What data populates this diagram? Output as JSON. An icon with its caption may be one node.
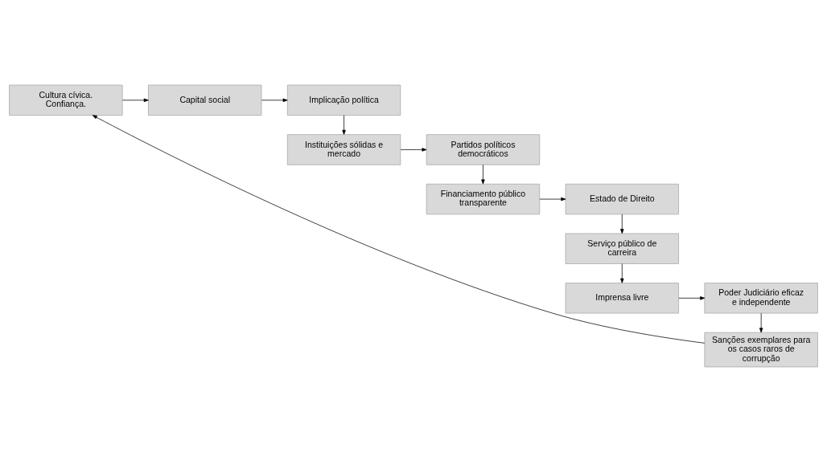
{
  "diagram": {
    "nodes": [
      {
        "text": [
          "Cultura cívica. Confiança."
        ]
      },
      {
        "text": [
          "Capital social"
        ]
      },
      {
        "text": [
          "Implicação política"
        ]
      },
      {
        "text": [
          "Partidos políticos democráticos"
        ]
      },
      {
        "text": [
          "Instituições sólidas e mercado"
        ]
      },
      {
        "text": [
          "Sanções exemplares para os casos raros de corrupção"
        ]
      },
      {
        "text": [
          "Financiamento público transparente"
        ]
      },
      {
        "text": [
          "Estado de Direito"
        ]
      },
      {
        "text": [
          "Poder Judiciário eficaz e independente"
        ]
      },
      {
        "text": [
          "Serviço público de carreira"
        ]
      },
      {
        "text": [
          "Imprensa livre"
        ]
      }
    ],
    "edges": [
      {
        "from": 0,
        "to": 1,
        "arrow": "to"
      },
      {
        "from": 1,
        "to": 2,
        "arrow": "to"
      },
      {
        "from": 2,
        "to": 4,
        "arrow": "to"
      },
      {
        "from": 4,
        "to": 3,
        "arrow": "to"
      },
      {
        "from": 3,
        "to": 6,
        "arrow": "to"
      },
      {
        "from": 6,
        "to": 7,
        "arrow": "to"
      },
      {
        "from": 7,
        "to": 9,
        "arrow": "to"
      },
      {
        "from": 9,
        "to": 10,
        "arrow": "to"
      },
      {
        "from": 10,
        "to": 8,
        "arrow": "to"
      },
      {
        "from": 8,
        "to": 5,
        "arrow": "to"
      },
      {
        "from": 5,
        "to": 0,
        "arrow": "to"
      }
    ]
  }
}
